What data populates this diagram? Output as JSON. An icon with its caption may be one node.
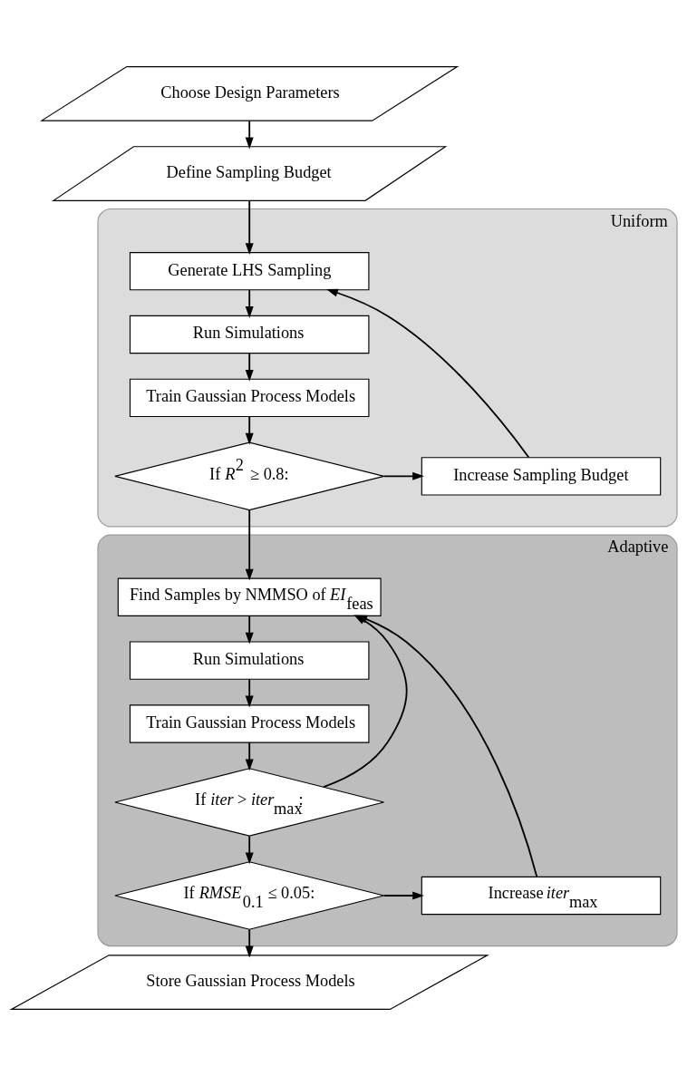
{
  "diagram": {
    "nodes": [
      {
        "text": [
          "Choose Design Parameters"
        ]
      },
      {
        "text": [
          "Define Sampling Budget"
        ]
      },
      {
        "text": [
          "Uniform"
        ]
      },
      {
        "text": [
          "Generate LHS Sampling"
        ],
        "in": 2
      },
      {
        "text": [
          "Run Simulations"
        ],
        "in": 2
      },
      {
        "text": [
          "Train Gaussian Process Models"
        ],
        "in": 2
      },
      {
        "text": [
          "Increase Sampling Budget"
        ],
        "in": 2
      },
      {
        "text": [
          "If *R*$^{2}$ ≥ 0.8:"
        ],
        "in": 2
      },
      {
        "text": [
          "Adaptive"
        ]
      },
      {
        "text": [
          "Find Samples by NMMSO of *EI*$_{feas}$"
        ],
        "in": 8
      },
      {
        "text": [
          "Run Simulations"
        ],
        "in": 8
      },
      {
        "text": [
          "Train Gaussian Process Models"
        ],
        "in": 8
      },
      {
        "text": [
          "If *iter* > *iter*$_{max}$:"
        ],
        "in": 8
      },
      {
        "text": [
          "Increase *iter*$_{max}$"
        ],
        "in": 8
      },
      {
        "text": [
          "If *RMSE*$_{0.1}$ ≤ 0.05:"
        ],
        "in": 8
      },
      {
        "text": [
          "Store Gaussian Process Models"
        ]
      }
    ],
    "edges": [
      {
        "from": 0,
        "to": 1,
        "arrow": "to"
      },
      {
        "from": 1,
        "to": 3,
        "arrow": "to"
      },
      {
        "from": 3,
        "to": 4,
        "arrow": "to"
      },
      {
        "from": 4,
        "to": 5,
        "arrow": "to"
      },
      {
        "from": 5,
        "to": 7,
        "arrow": "to"
      },
      {
        "from": 7,
        "to": 6,
        "arrow": "to"
      },
      {
        "from": 6,
        "to": 3,
        "arrow": "to"
      },
      {
        "from": 7,
        "to": 9,
        "arrow": "to"
      },
      {
        "from": 9,
        "to": 10,
        "arrow": "to"
      },
      {
        "from": 10,
        "to": 11,
        "arrow": "to"
      },
      {
        "from": 11,
        "to": 12,
        "arrow": "to"
      },
      {
        "from": 12,
        "to": 9,
        "arrow": "to"
      },
      {
        "from": 12,
        "to": 14,
        "arrow": "to"
      },
      {
        "from": 14,
        "to": 13,
        "arrow": "to"
      },
      {
        "from": 13,
        "to": 9,
        "arrow": "to"
      },
      {
        "from": 14,
        "to": 15,
        "arrow": "to"
      }
    ]
  }
}
